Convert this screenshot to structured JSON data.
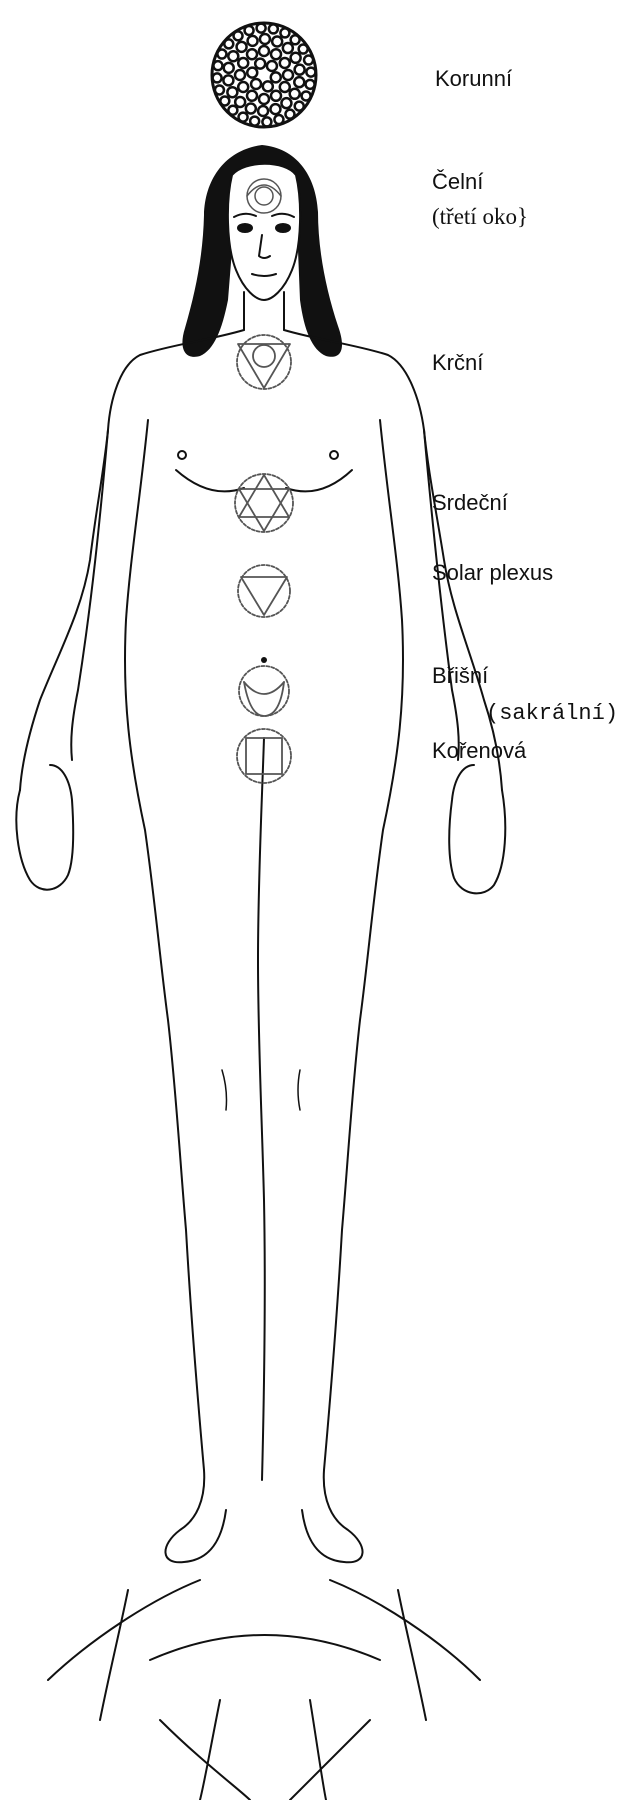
{
  "chakras": [
    {
      "name": "Korunní"
    },
    {
      "name": "Čelní",
      "note": "(třetí oko}"
    },
    {
      "name": "Krční"
    },
    {
      "name": "Srdeční"
    },
    {
      "name": "Solar plexus"
    },
    {
      "name": "Břišní",
      "note": "(sakrální)"
    },
    {
      "name": "Kořenová"
    }
  ],
  "colors": {
    "line": "#111111",
    "symbol": "#555555",
    "background": "#ffffff"
  },
  "icons": [
    "crown-lotus-icon",
    "third-eye-icon",
    "throat-triangle-icon",
    "heart-hexagram-icon",
    "solar-triangle-icon",
    "sacral-crescent-icon",
    "root-square-icon"
  ]
}
